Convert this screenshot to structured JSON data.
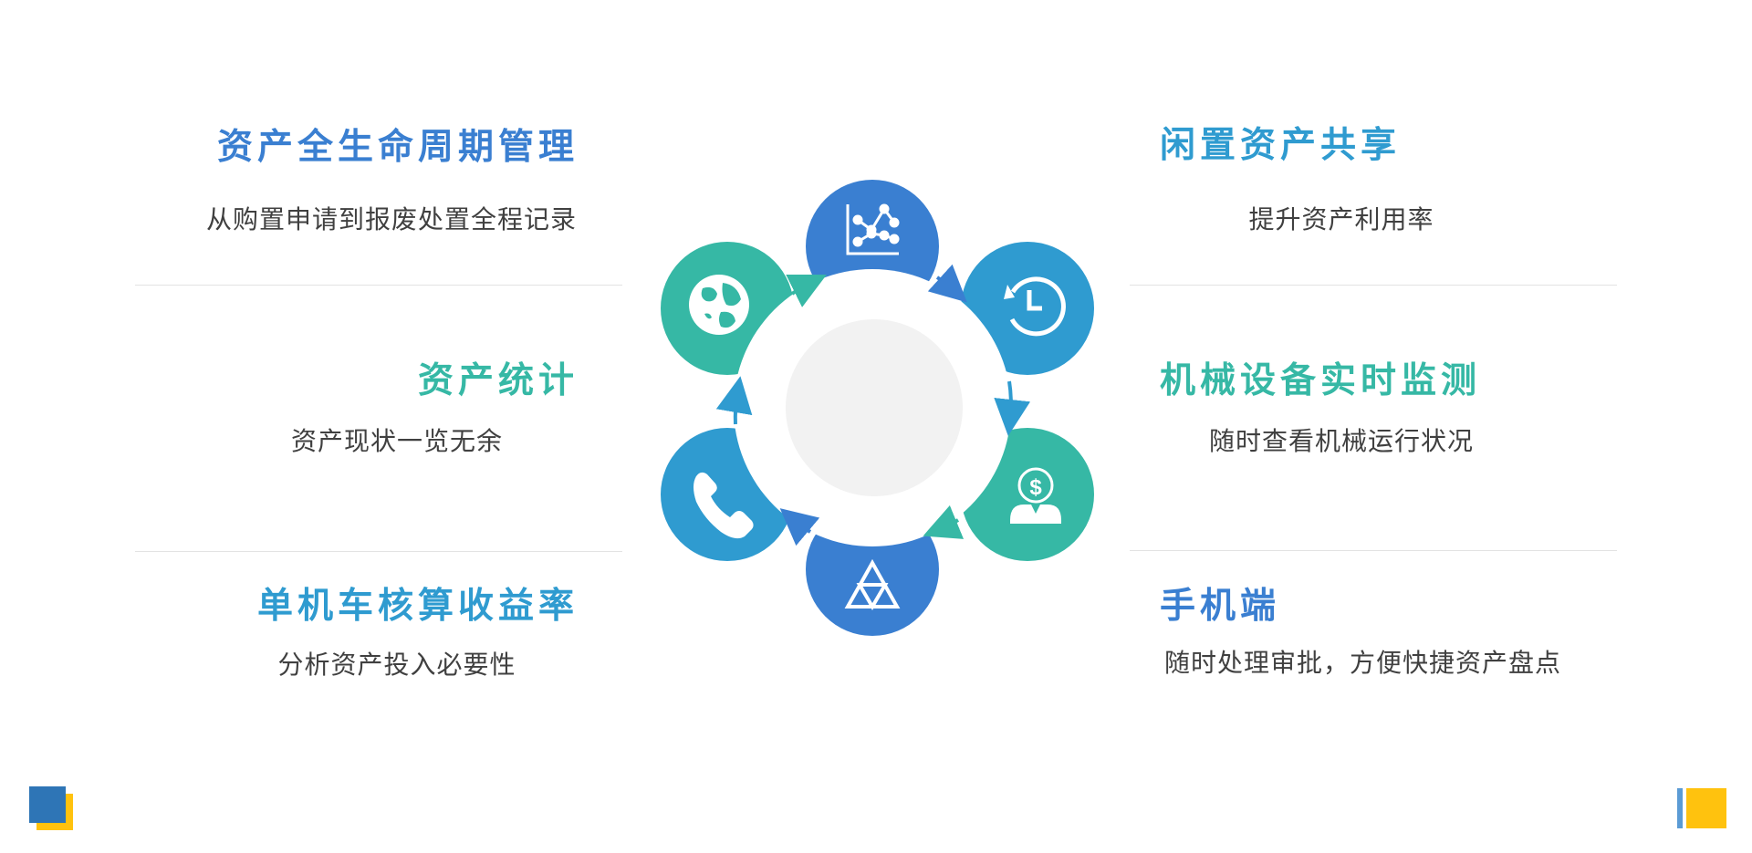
{
  "colors": {
    "blue": "#3a7fd1",
    "light_blue": "#2f9bd0",
    "teal": "#36b8a5",
    "yellow": "#ffc20e",
    "center_fill": "#f2f2f2",
    "text": "#404040"
  },
  "items": {
    "lifecycle": {
      "title": "资产全生命周期管理",
      "desc": "从购置申请到报废处置全程记录"
    },
    "statistics": {
      "title": "资产统计",
      "desc": "资产现状一览无余"
    },
    "profit": {
      "title": "单机车核算收益率",
      "desc": "分析资产投入必要性"
    },
    "sharing": {
      "title": "闲置资产共享",
      "desc": "提升资产利用率"
    },
    "monitoring": {
      "title": "机械设备实时监测",
      "desc": "随时查看机械运行状况"
    },
    "mobile": {
      "title": "手机端",
      "desc": "随时处理审批，方便快捷资产盘点"
    }
  },
  "icons": [
    "line-chart-icon",
    "history-clock-icon",
    "money-person-icon",
    "triangle-icon",
    "phone-icon",
    "globe-icon"
  ]
}
